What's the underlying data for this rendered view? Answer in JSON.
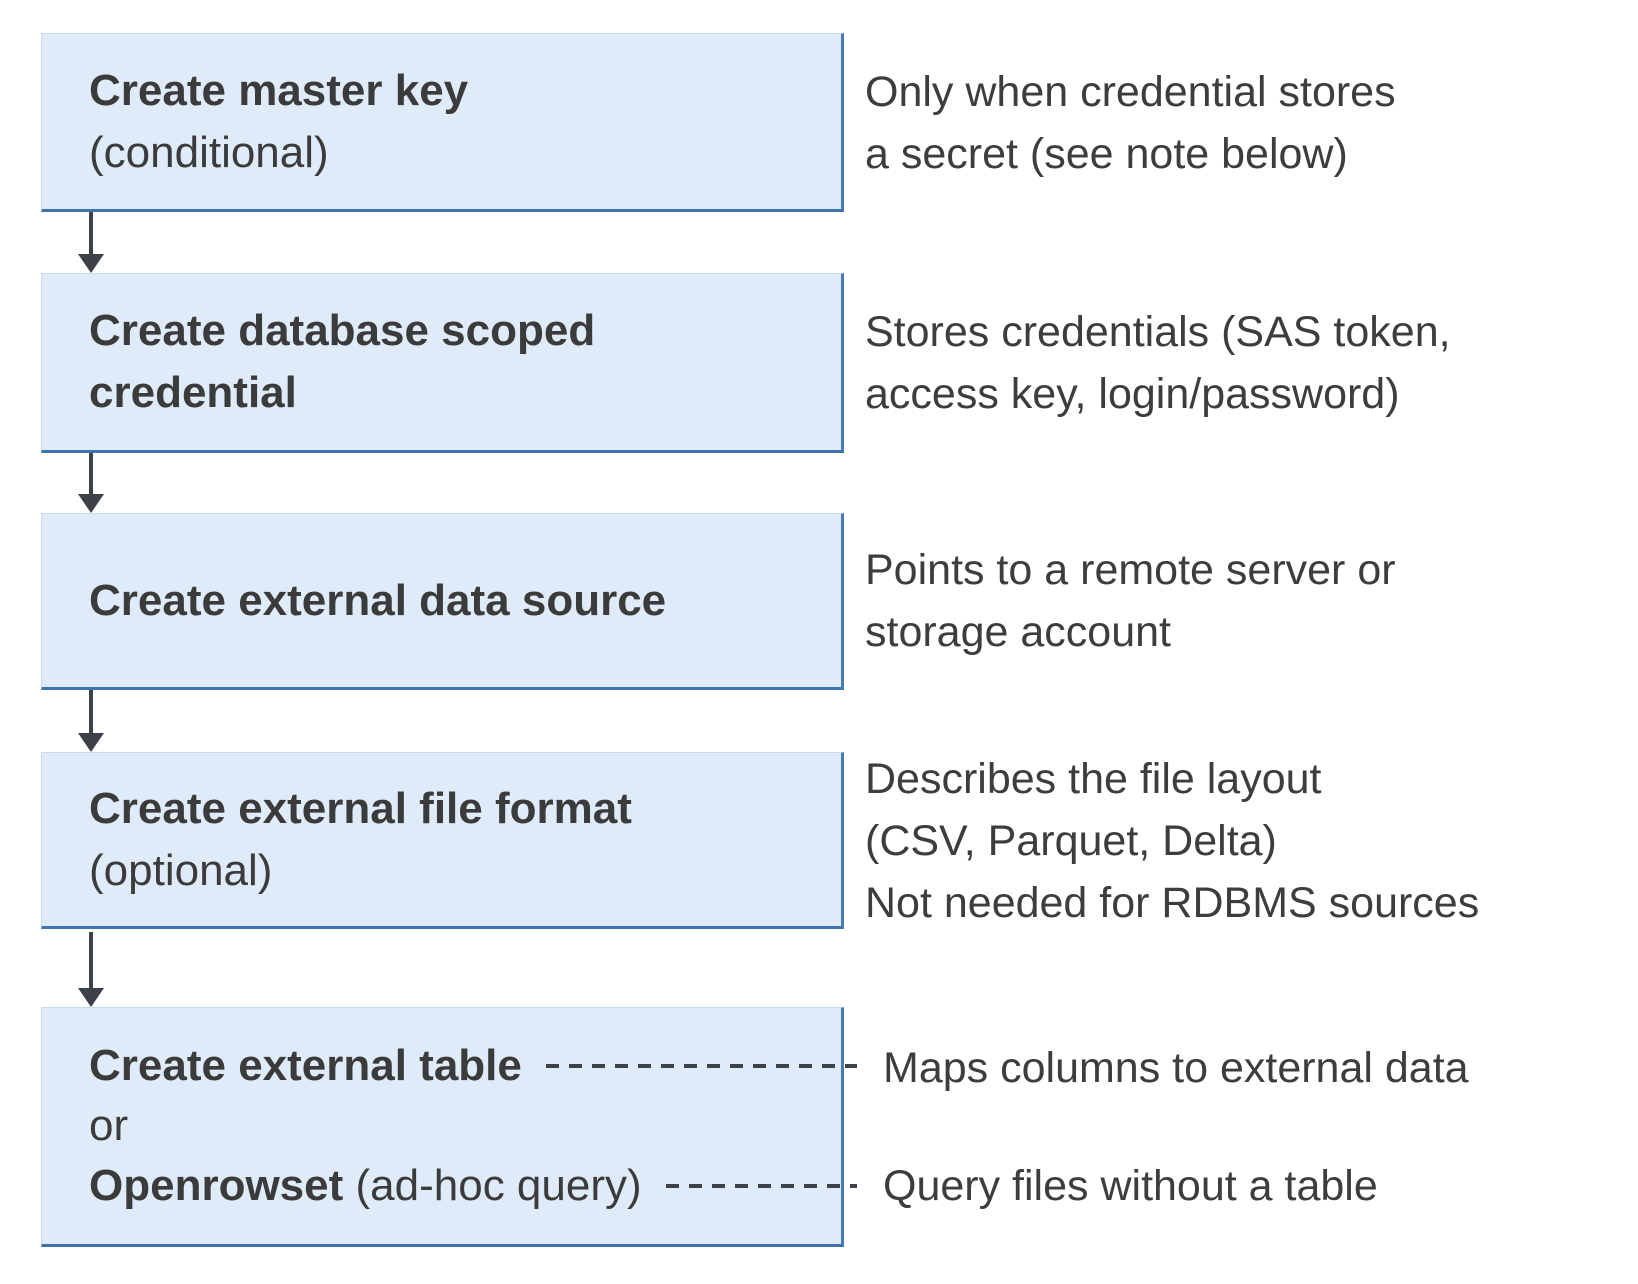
{
  "diagram": {
    "steps": [
      {
        "id": "create-master-key",
        "title": "Create master key",
        "subtitle": "(conditional)",
        "note": "Only when credential stores\na secret (see note below)"
      },
      {
        "id": "create-database-scoped-credential",
        "title": "Create database scoped\ncredential",
        "note": "Stores credentials (SAS token,\naccess key, login/password)"
      },
      {
        "id": "create-external-data-source",
        "title": "Create external data source",
        "note": "Points to a remote server or\nstorage account"
      },
      {
        "id": "create-external-file-format",
        "title": "Create external file format",
        "subtitle": "(optional)",
        "note": "Describes the file layout\n(CSV, Parquet, Delta)\nNot needed for RDBMS sources"
      },
      {
        "id": "create-external-table-or-openrowset",
        "option1_title": "Create external table",
        "connector_word": "or",
        "option2_title": "Openrowset",
        "option2_suffix": " (ad-hoc query)",
        "option1_note": "Maps columns to external data",
        "option2_note": "Query files without a table"
      }
    ],
    "colors": {
      "box_fill": "#e0ebfa",
      "box_border": "#4a7cb5",
      "text": "#3b3b3b",
      "arrow_and_dash": "#3d4148"
    }
  }
}
